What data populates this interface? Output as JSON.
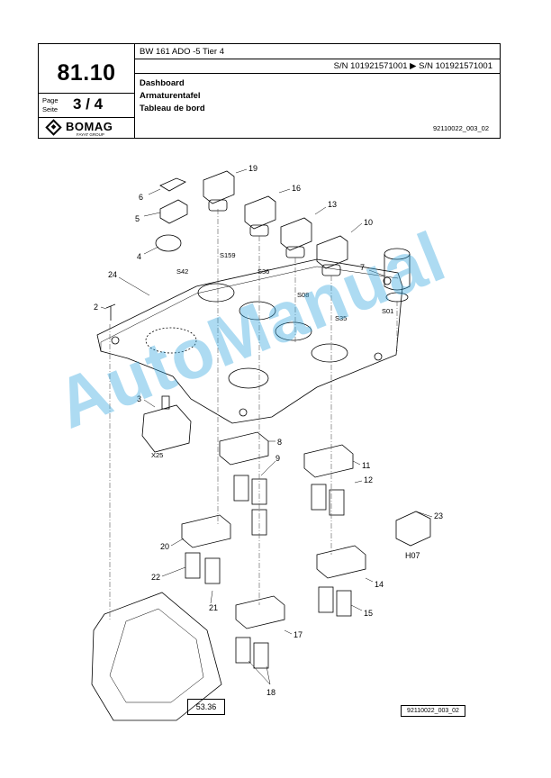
{
  "header": {
    "page_number": "81.10",
    "page_label_de": "Page",
    "page_label_fr": "Seite",
    "page_of": "3 / 4",
    "brand": "BOMAG",
    "brand_sub": "FAYAT GROUP",
    "model": "BW 161 ADO -5 Tier 4",
    "serial_range": "S/N 101921571001  ▶  S/N 101921571001",
    "title_en": "Dashboard",
    "title_de": "Armaturentafel",
    "title_fr": "Tableau de bord",
    "drawing_code": "92110022_003_02"
  },
  "callouts": [
    "19",
    "6",
    "16",
    "5",
    "13",
    "10",
    "4",
    "24",
    "S159",
    "S42",
    "S36",
    "7",
    "S08",
    "2",
    "S35",
    "S01",
    "3",
    "8",
    "X25",
    "9",
    "11",
    "12",
    "23",
    "20",
    "H07",
    "22",
    "14",
    "21",
    "15",
    "17",
    "18"
  ],
  "reference_box": "53.36",
  "figure_code": "92110022_003_02",
  "watermark": "AutoManual"
}
